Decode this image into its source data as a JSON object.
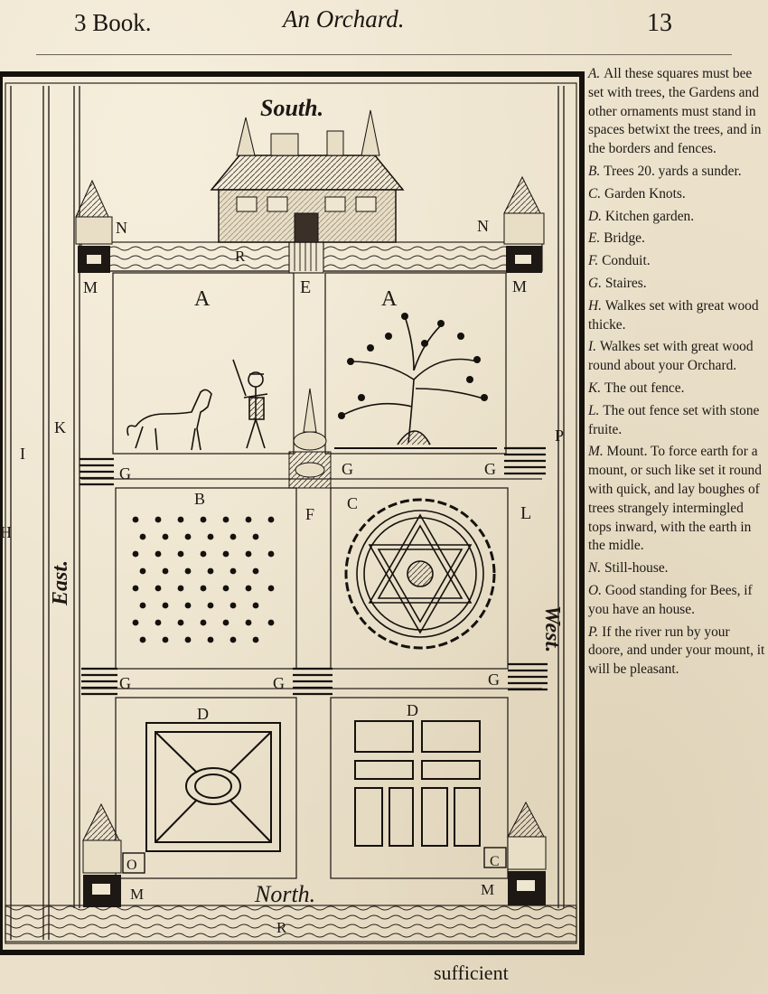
{
  "header": {
    "book": "3 Book.",
    "title": "An Orchard.",
    "page_number": "13"
  },
  "plan": {
    "directions": {
      "south": "South.",
      "north": "North.",
      "east": "East.",
      "west": "West."
    },
    "letters": {
      "A": "A",
      "B": "B",
      "C": "C",
      "D": "D",
      "E": "E",
      "F": "F",
      "G": "G",
      "I": "I",
      "K": "K",
      "L": "L",
      "M": "M",
      "N": "N",
      "O": "O",
      "P": "P",
      "R": "R",
      "H": "H"
    }
  },
  "legend": [
    {
      "key": "A.",
      "text": "All these squares must bee set with trees, the Gardens and other ornaments must stand in spaces betwixt the trees, and in the borders and fences."
    },
    {
      "key": "B.",
      "text": "Trees 20. yards a sunder."
    },
    {
      "key": "C.",
      "text": "Garden Knots."
    },
    {
      "key": "D.",
      "text": "Kitchen garden."
    },
    {
      "key": "E.",
      "text": "Bridge."
    },
    {
      "key": "F.",
      "text": "Conduit."
    },
    {
      "key": "G.",
      "text": "Staires."
    },
    {
      "key": "H.",
      "text": "Walkes set with great wood thicke."
    },
    {
      "key": "I.",
      "text": "Walkes set with great wood round about your Orchard."
    },
    {
      "key": "K.",
      "text": "The out fence."
    },
    {
      "key": "L.",
      "text": "The out fence set with stone fruite."
    },
    {
      "key": "M.",
      "text": "Mount. To force earth for a mount, or such like set it round with quick, and lay boughes of trees strangely intermingled tops inward, with the earth in the midle."
    },
    {
      "key": "N.",
      "text": "Still-house."
    },
    {
      "key": "O.",
      "text": "Good standing for Bees, if you have an house."
    },
    {
      "key": "P.",
      "text": "If the river run by your doore, and under your mount, it will be pleasant."
    }
  ],
  "catchword": "sufficient"
}
